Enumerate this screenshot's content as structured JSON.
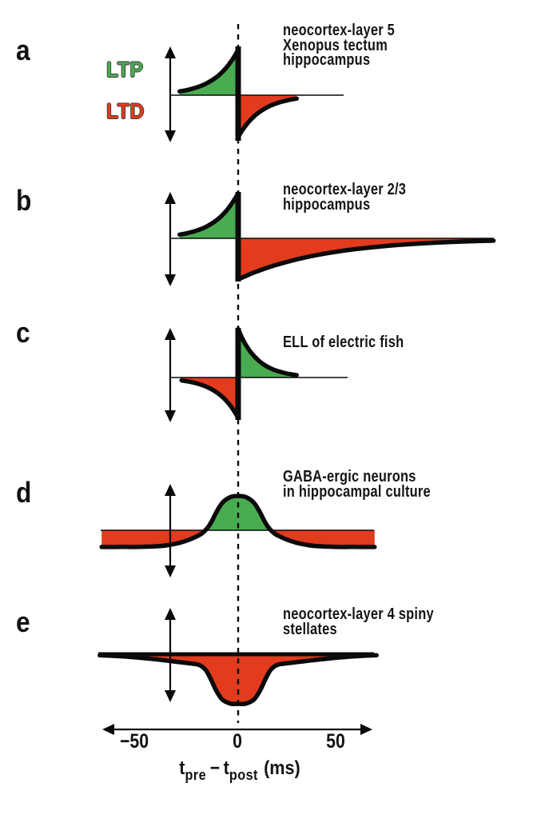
{
  "figure": {
    "legend": {
      "ltp": "LTP",
      "ltd": "LTD"
    },
    "colors": {
      "green": "#4aac51",
      "red": "#e23b1e",
      "black": "#0a0a0a"
    },
    "x_axis": {
      "ticks": [
        {
          "value": -50,
          "label": "−50"
        },
        {
          "value": 0,
          "label": "0"
        },
        {
          "value": 50,
          "label": "50"
        }
      ],
      "label": {
        "var1": "t",
        "sub1": "pre",
        "operator": "−",
        "var2": "t",
        "sub2": "post",
        "units": "(ms)"
      }
    }
  },
  "chart_data": [
    {
      "panel": "a",
      "type": "area",
      "caption": [
        "neocortex-layer 5",
        "Xenopus tectum",
        "hippocampus"
      ],
      "x_range_ms": [
        -35,
        54
      ],
      "discontinuity_at_zero": true,
      "series": [
        {
          "name": "LTP",
          "color": "green",
          "points": [
            [
              -30,
              0.082
            ],
            [
              -26,
              0.115
            ],
            [
              -22,
              0.16
            ],
            [
              -18,
              0.223
            ],
            [
              -15,
              0.287
            ],
            [
              -12,
              0.368
            ],
            [
              -9,
              0.472
            ],
            [
              -6,
              0.607
            ],
            [
              -4,
              0.717
            ],
            [
              -2,
              0.846
            ],
            [
              0,
              1.0
            ]
          ]
        },
        {
          "name": "LTD",
          "color": "red",
          "points": [
            [
              0,
              -0.92
            ],
            [
              2,
              -0.778
            ],
            [
              4,
              -0.659
            ],
            [
              6,
              -0.558
            ],
            [
              9,
              -0.434
            ],
            [
              12,
              -0.338
            ],
            [
              15,
              -0.263
            ],
            [
              18,
              -0.205
            ],
            [
              22,
              -0.147
            ],
            [
              26,
              -0.105
            ],
            [
              30,
              -0.075
            ]
          ]
        }
      ]
    },
    {
      "panel": "b",
      "type": "area",
      "caption": [
        "neocortex-layer 2/3",
        "hippocampus"
      ],
      "x_range_ms": [
        -35,
        131
      ],
      "discontinuity_at_zero": true,
      "series": [
        {
          "name": "LTP",
          "color": "green",
          "points": [
            [
              -30,
              0.082
            ],
            [
              -26,
              0.115
            ],
            [
              -22,
              0.16
            ],
            [
              -18,
              0.223
            ],
            [
              -15,
              0.287
            ],
            [
              -12,
              0.368
            ],
            [
              -9,
              0.472
            ],
            [
              -6,
              0.607
            ],
            [
              -4,
              0.717
            ],
            [
              -2,
              0.846
            ],
            [
              0,
              0.98
            ]
          ]
        },
        {
          "name": "LTD",
          "color": "red",
          "points": [
            [
              0,
              -0.9
            ],
            [
              5,
              -0.805
            ],
            [
              10,
              -0.721
            ],
            [
              15,
              -0.645
            ],
            [
              20,
              -0.577
            ],
            [
              30,
              -0.462
            ],
            [
              40,
              -0.37
            ],
            [
              50,
              -0.296
            ],
            [
              60,
              -0.237
            ],
            [
              75,
              -0.17
            ],
            [
              90,
              -0.122
            ],
            [
              105,
              -0.087
            ],
            [
              120,
              -0.063
            ],
            [
              131,
              -0.05
            ]
          ]
        }
      ]
    },
    {
      "panel": "c",
      "type": "area",
      "caption": [
        "ELL of electric fish"
      ],
      "x_range_ms": [
        -35,
        56
      ],
      "discontinuity_at_zero": true,
      "series": [
        {
          "name": "LTD",
          "color": "red",
          "points": [
            [
              -29,
              -0.066
            ],
            [
              -25,
              -0.095
            ],
            [
              -21,
              -0.137
            ],
            [
              -17,
              -0.197
            ],
            [
              -14,
              -0.258
            ],
            [
              -11,
              -0.338
            ],
            [
              -8,
              -0.444
            ],
            [
              -5,
              -0.583
            ],
            [
              -3,
              -0.7
            ],
            [
              -1,
              -0.84
            ],
            [
              0,
              -0.92
            ]
          ]
        },
        {
          "name": "LTP",
          "color": "green",
          "points": [
            [
              0,
              1.1
            ],
            [
              2,
              0.9
            ],
            [
              4,
              0.737
            ],
            [
              6,
              0.604
            ],
            [
              8,
              0.494
            ],
            [
              11,
              0.366
            ],
            [
              14,
              0.271
            ],
            [
              17,
              0.201
            ],
            [
              20,
              0.149
            ],
            [
              24,
              0.1
            ],
            [
              28,
              0.067
            ],
            [
              30,
              0.055
            ]
          ]
        }
      ]
    },
    {
      "panel": "d",
      "type": "area",
      "caption": [
        "GABA-ergic neurons",
        "in hippocampal culture"
      ],
      "x_range_ms": [
        -70,
        70
      ],
      "discontinuity_at_zero": false,
      "series": [
        {
          "name": "LTP center / LTD flanks",
          "color": "mixed",
          "points": [
            [
              -70,
              -0.38
            ],
            [
              -60,
              -0.379
            ],
            [
              -50,
              -0.376
            ],
            [
              -40,
              -0.358
            ],
            [
              -35,
              -0.331
            ],
            [
              -30,
              -0.285
            ],
            [
              -26,
              -0.229
            ],
            [
              -22,
              -0.155
            ],
            [
              -19,
              -0.085
            ],
            [
              -17,
              -0.01
            ],
            [
              -15,
              0.097
            ],
            [
              -13,
              0.25
            ],
            [
              -11,
              0.425
            ],
            [
              -8,
              0.63
            ],
            [
              -4,
              0.755
            ],
            [
              0,
              0.78
            ],
            [
              4,
              0.755
            ],
            [
              8,
              0.63
            ],
            [
              11,
              0.425
            ],
            [
              13,
              0.25
            ],
            [
              15,
              0.097
            ],
            [
              17,
              -0.01
            ],
            [
              19,
              -0.085
            ],
            [
              22,
              -0.155
            ],
            [
              26,
              -0.229
            ],
            [
              30,
              -0.285
            ],
            [
              35,
              -0.331
            ],
            [
              40,
              -0.358
            ],
            [
              50,
              -0.376
            ],
            [
              60,
              -0.379
            ],
            [
              70,
              -0.38
            ]
          ]
        }
      ]
    },
    {
      "panel": "e",
      "type": "area",
      "caption": [
        "neocortex-layer 4 spiny",
        "stellates"
      ],
      "x_range_ms": [
        -71,
        71
      ],
      "discontinuity_at_zero": false,
      "series": [
        {
          "name": "LTD only",
          "color": "red",
          "points": [
            [
              -71,
              -0.023
            ],
            [
              -62,
              -0.042
            ],
            [
              -55,
              -0.063
            ],
            [
              -45,
              -0.103
            ],
            [
              -36,
              -0.148
            ],
            [
              -30,
              -0.18
            ],
            [
              -24,
              -0.211
            ],
            [
              -20,
              -0.243
            ],
            [
              -17,
              -0.339
            ],
            [
              -15,
              -0.478
            ],
            [
              -13,
              -0.662
            ],
            [
              -11,
              -0.845
            ],
            [
              -8,
              -1.035
            ],
            [
              -4,
              -1.122
            ],
            [
              0,
              -1.13
            ],
            [
              4,
              -1.122
            ],
            [
              8,
              -1.035
            ],
            [
              11,
              -0.845
            ],
            [
              13,
              -0.662
            ],
            [
              15,
              -0.478
            ],
            [
              17,
              -0.339
            ],
            [
              20,
              -0.243
            ],
            [
              24,
              -0.211
            ],
            [
              30,
              -0.18
            ],
            [
              36,
              -0.148
            ],
            [
              45,
              -0.103
            ],
            [
              55,
              -0.063
            ],
            [
              62,
              -0.042
            ],
            [
              71,
              -0.023
            ]
          ]
        }
      ]
    }
  ]
}
